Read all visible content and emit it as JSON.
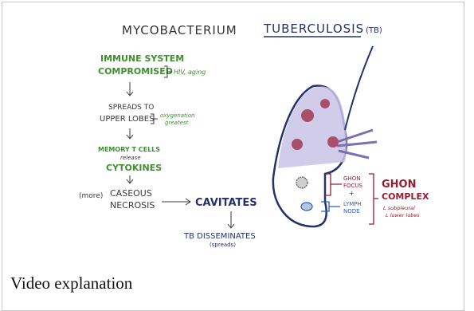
{
  "diagram": {
    "title": {
      "part1": "MYCOBACTERIUM",
      "part2": "TUBERCULOSIS",
      "abbrev": "(TB)"
    },
    "flow": {
      "step1": {
        "line1": "IMMUNE SYSTEM",
        "line2": "COMPROMISED",
        "note": "HIV, aging"
      },
      "step2": {
        "line1": "SPREADS TO",
        "line2": "UPPER LOBES",
        "note1": "oxygenation",
        "note2": "greatest"
      },
      "step3": {
        "line1": "MEMORY T CELLS",
        "line2": "release",
        "line3": "CYTOKINES"
      },
      "step4": {
        "prefix": "(more)",
        "line1": "CASEOUS",
        "line2": "NECROSIS"
      },
      "cavitates": "CAVITATES",
      "disseminates": {
        "line1": "TB DISSEMINATES",
        "line2": "(spreads)"
      }
    },
    "labels": {
      "ghon_focus": {
        "line1": "GHON",
        "line2": "FOCUS",
        "plus": "+"
      },
      "lymph_node": {
        "line1": "LYMPH",
        "line2": "NODE"
      },
      "ghon_complex": {
        "line1": "GHON",
        "line2": "COMPLEX",
        "note1": "L subpleural",
        "note2": "L lower lobes"
      }
    },
    "colors": {
      "green": "#3f8f2e",
      "dark": "#3a3a3a",
      "navy": "#24326b",
      "red": "#9b1b32",
      "blue": "#2d5fb8",
      "lung_fill": "#c9c3e6",
      "lesion": "#a8506a"
    }
  },
  "caption": "Video explanation"
}
